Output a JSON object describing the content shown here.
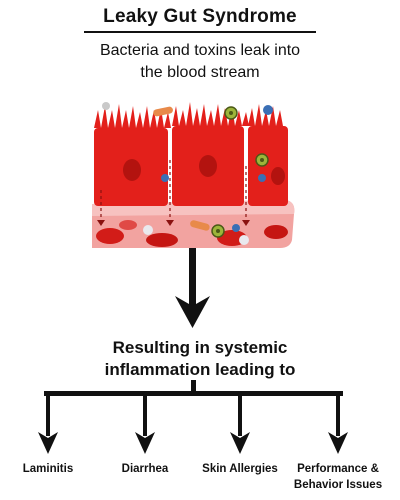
{
  "header": {
    "title": "Leaky Gut Syndrome",
    "subtitle_line1": "Bacteria and toxins leak into",
    "subtitle_line2": "the blood stream"
  },
  "colors": {
    "tissue": "#e3201b",
    "tissue_dark": "#b3130f",
    "blood_vessel": "#f3a7a4",
    "bacteria_blue": "#3a6fb5",
    "toxin_orange": "#e88a4a",
    "virus_green": "#7a9a2a",
    "text": "#111111"
  },
  "result": {
    "line1": "Resulting in systemic",
    "line2": "inflammation leading to"
  },
  "outcomes": [
    {
      "label": "Laminitis"
    },
    {
      "label": "Diarrhea"
    },
    {
      "label": "Skin Allergies"
    },
    {
      "label_line1": "Performance &",
      "label_line2": "Behavior Issues"
    }
  ]
}
